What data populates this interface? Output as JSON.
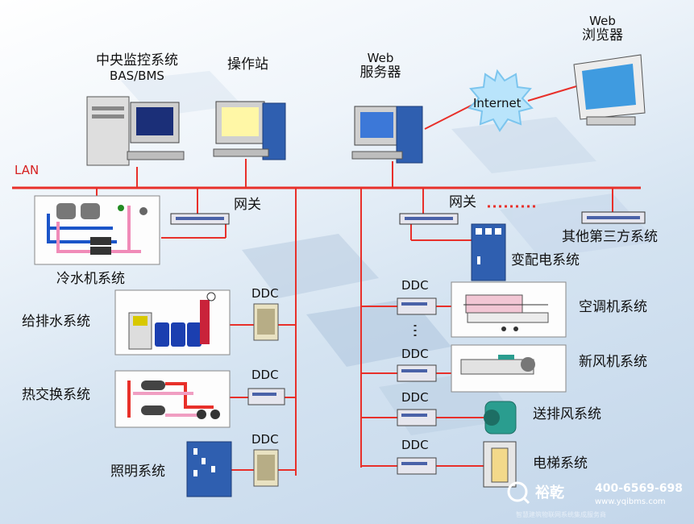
{
  "nodes": {
    "central": {
      "line1": "中央监控系统",
      "line2": "BAS/BMS"
    },
    "operator": "操作站",
    "web_server": {
      "line1": "Web",
      "line2": "服务器"
    },
    "web_browser": {
      "line1": "Web",
      "line2": "浏览器"
    },
    "internet": "Internet",
    "lan": "LAN"
  },
  "gateways": [
    "网关",
    "网关"
  ],
  "ddc_label": "DDC",
  "systems": {
    "chiller": "冷水机系统",
    "water": "给排水系统",
    "heat_exchange": "热交换系统",
    "lighting": "照明系统",
    "power": "变配电系统",
    "third_party": "其他第三方系统",
    "ahu": "空调机系统",
    "fresh_air": "新风机系统",
    "ventilation": "送排风系统",
    "elevator": "电梯系统"
  },
  "branding": {
    "company": "裕乾",
    "phone": "400-6569-698",
    "website": "www.yqibms.com",
    "tagline": "智慧建筑物联网系统集成服务商"
  },
  "colors": {
    "network_line": "#e8302a",
    "cabinet_blue": "#2f5fb0"
  }
}
